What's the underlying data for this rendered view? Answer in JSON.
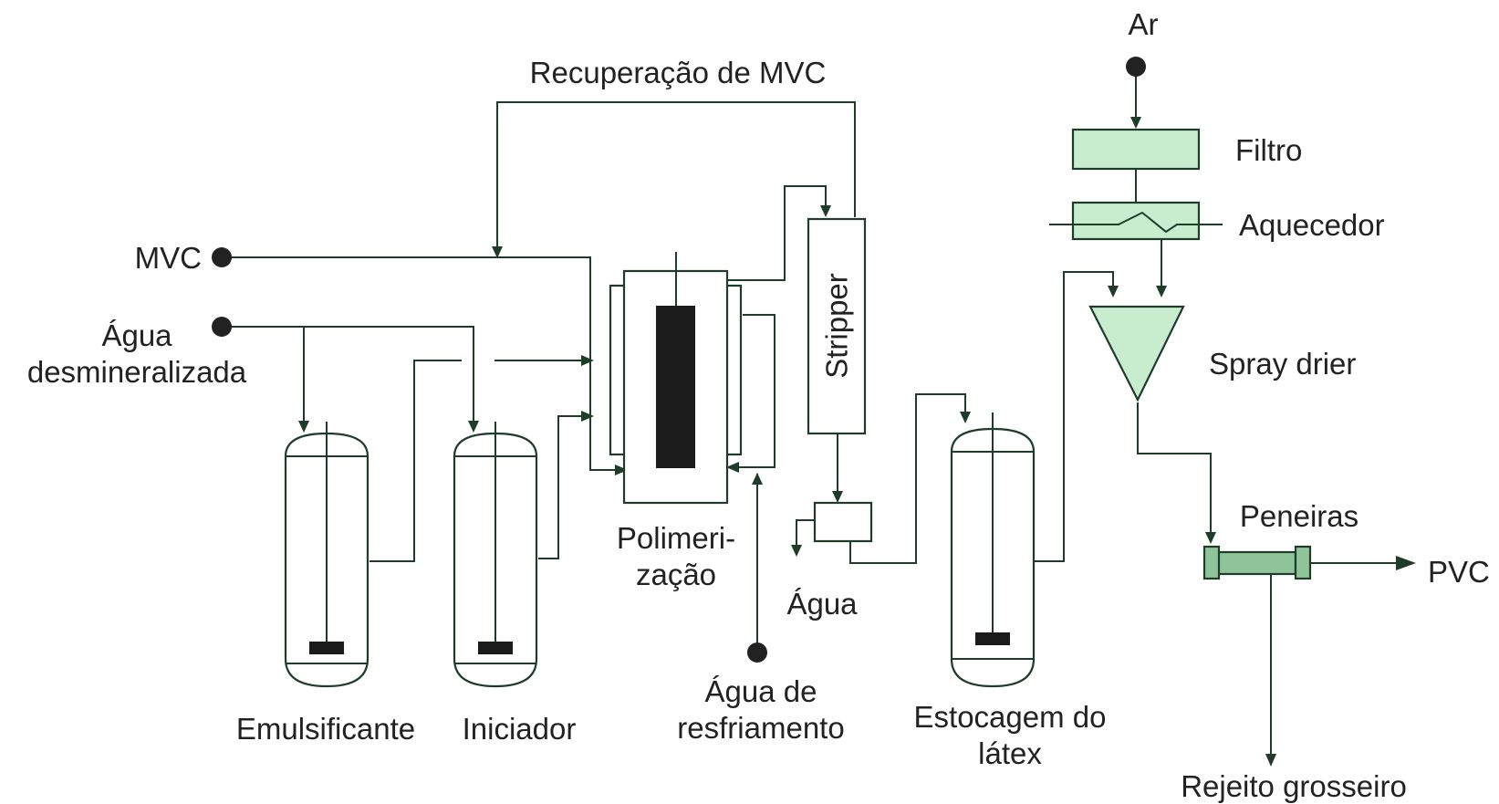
{
  "labels": {
    "recovery": "Recuperação de MVC",
    "mvc": "MVC",
    "water_line1": "Água",
    "water_line2": "desmineralizada",
    "emulsifier": "Emulsificante",
    "initiator": "Iniciador",
    "polymerization_line1": "Polimeri-",
    "polymerization_line2": "zação",
    "stripper": "Stripper",
    "water_out": "Água",
    "cooling_line1": "Água de",
    "cooling_line2": "resfriamento",
    "storage_line1": "Estocagem do",
    "storage_line2": "látex",
    "air": "Ar",
    "filter": "Filtro",
    "heater": "Aquecedor",
    "spray_drier": "Spray drier",
    "sieves": "Peneiras",
    "pvc": "PVC",
    "reject": "Rejeito grosseiro"
  },
  "colors": {
    "line": "#1f3b2a",
    "equipment_fill": "#c7ecce",
    "sieve_fill": "#8fc49b",
    "impeller": "#1b1b1b",
    "text": "#222222"
  }
}
